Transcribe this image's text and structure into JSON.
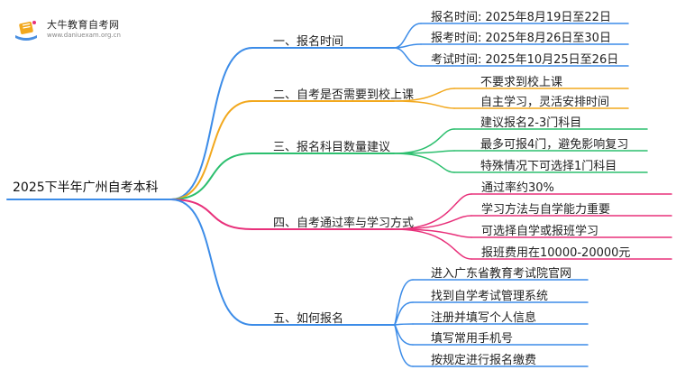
{
  "logo": {
    "name": "大牛教育自考网",
    "url": "www.daniuexam.org.cn"
  },
  "root": {
    "label": "2025下半年广州自考本科"
  },
  "branches": [
    {
      "label": "一、报名时间",
      "color": "#3c8ce8",
      "items": [
        "报名时间: 2025年8月19日至22日",
        "报考时间: 2025年8月26日至30日",
        "考试时间: 2025年10月25日至26日"
      ]
    },
    {
      "label": "二、自考是否需要到校上课",
      "color": "#f2a81d",
      "items": [
        "不要求到校上课",
        "自主学习，灵活安排时间"
      ]
    },
    {
      "label": "三、报名科目数量建议",
      "color": "#2cbf6e",
      "items": [
        "建议报名2-3门科目",
        "最多可报4门，避免影响复习",
        "特殊情况下可选择1门科目"
      ]
    },
    {
      "label": "四、自考通过率与学习方式",
      "color": "#e8307a",
      "items": [
        "通过率约30%",
        "学习方法与自学能力重要",
        "可选择自学或报班学习",
        "报班费用在10000-20000元"
      ]
    },
    {
      "label": "五、如何报名",
      "color": "#3c8ce8",
      "items": [
        "进入广东省教育考试院官网",
        "找到自学考试管理系统",
        "注册并填写个人信息",
        "填写常用手机号",
        "按规定进行报名缴费"
      ]
    }
  ]
}
